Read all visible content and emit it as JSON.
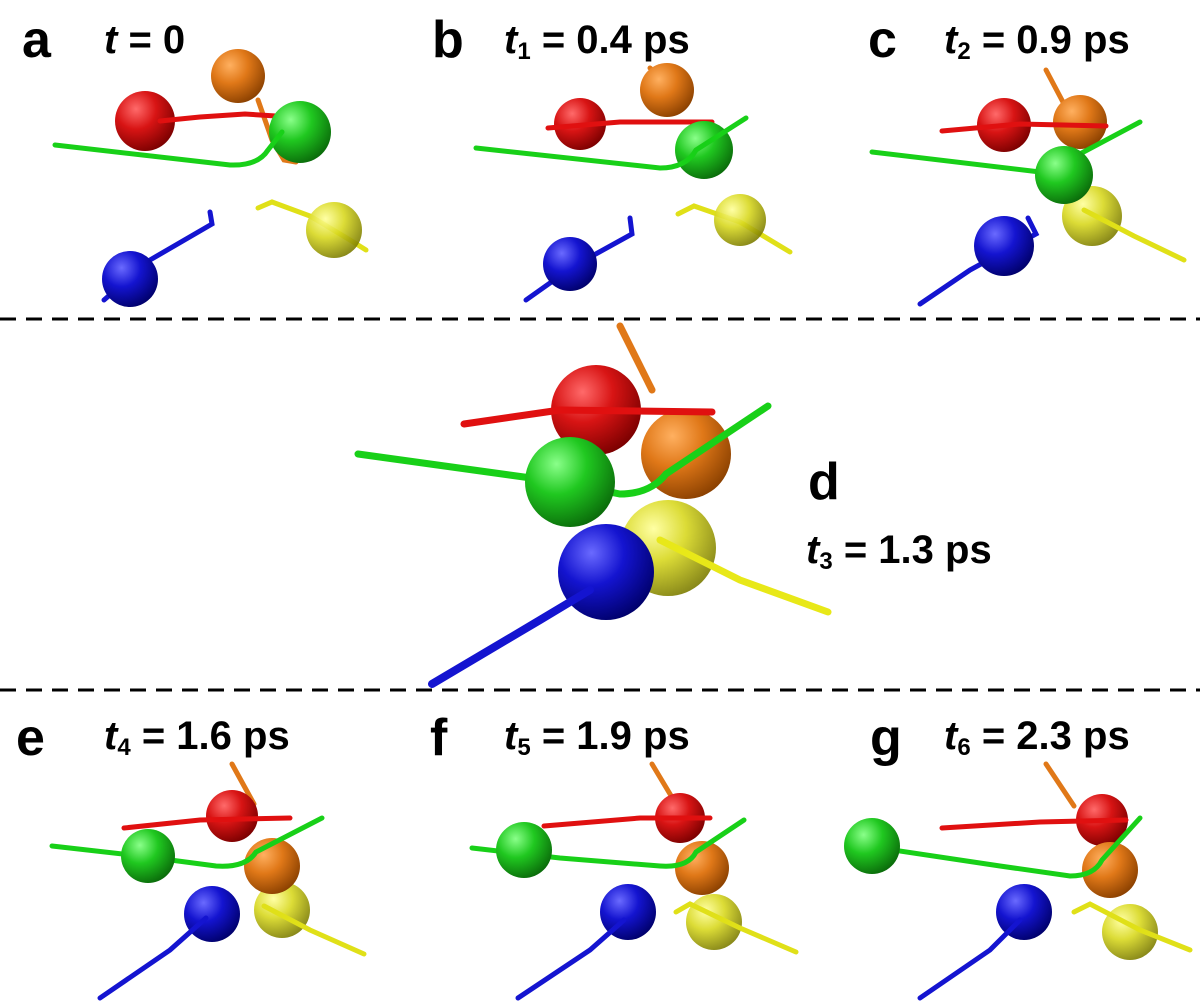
{
  "panels": [
    {
      "letter": "a",
      "t": "t",
      "sub": "",
      "value": "= 0"
    },
    {
      "letter": "b",
      "t": "t",
      "sub": "1",
      "value": "= 0.4 ps"
    },
    {
      "letter": "c",
      "t": "t",
      "sub": "2",
      "value": "= 0.9 ps"
    },
    {
      "letter": "d",
      "t": "t",
      "sub": "3",
      "value": "= 1.3 ps"
    },
    {
      "letter": "e",
      "t": "t",
      "sub": "4",
      "value": "= 1.6 ps"
    },
    {
      "letter": "f",
      "t": "t",
      "sub": "5",
      "value": "= 1.9 ps"
    },
    {
      "letter": "g",
      "t": "t",
      "sub": "6",
      "value": "= 2.3 ps"
    }
  ],
  "colors": {
    "red": "#d01010",
    "orange": "#e07818",
    "green": "#18c818",
    "blue": "#1010c8",
    "yellow": "#d8d818",
    "divider": "#000000"
  }
}
